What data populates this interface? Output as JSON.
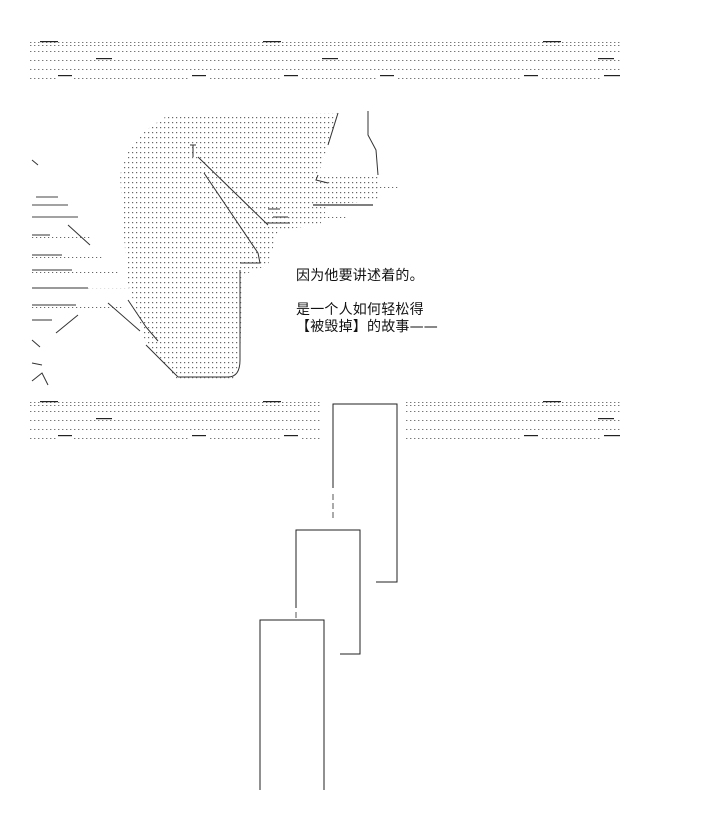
{
  "narration": {
    "line1": "因为他要讲述着的。",
    "line2": "是一个人如何轻松得",
    "line3": "【被毁掉】的故事——"
  },
  "art": {
    "ink_color": "#555555",
    "background": "#ffffff"
  }
}
